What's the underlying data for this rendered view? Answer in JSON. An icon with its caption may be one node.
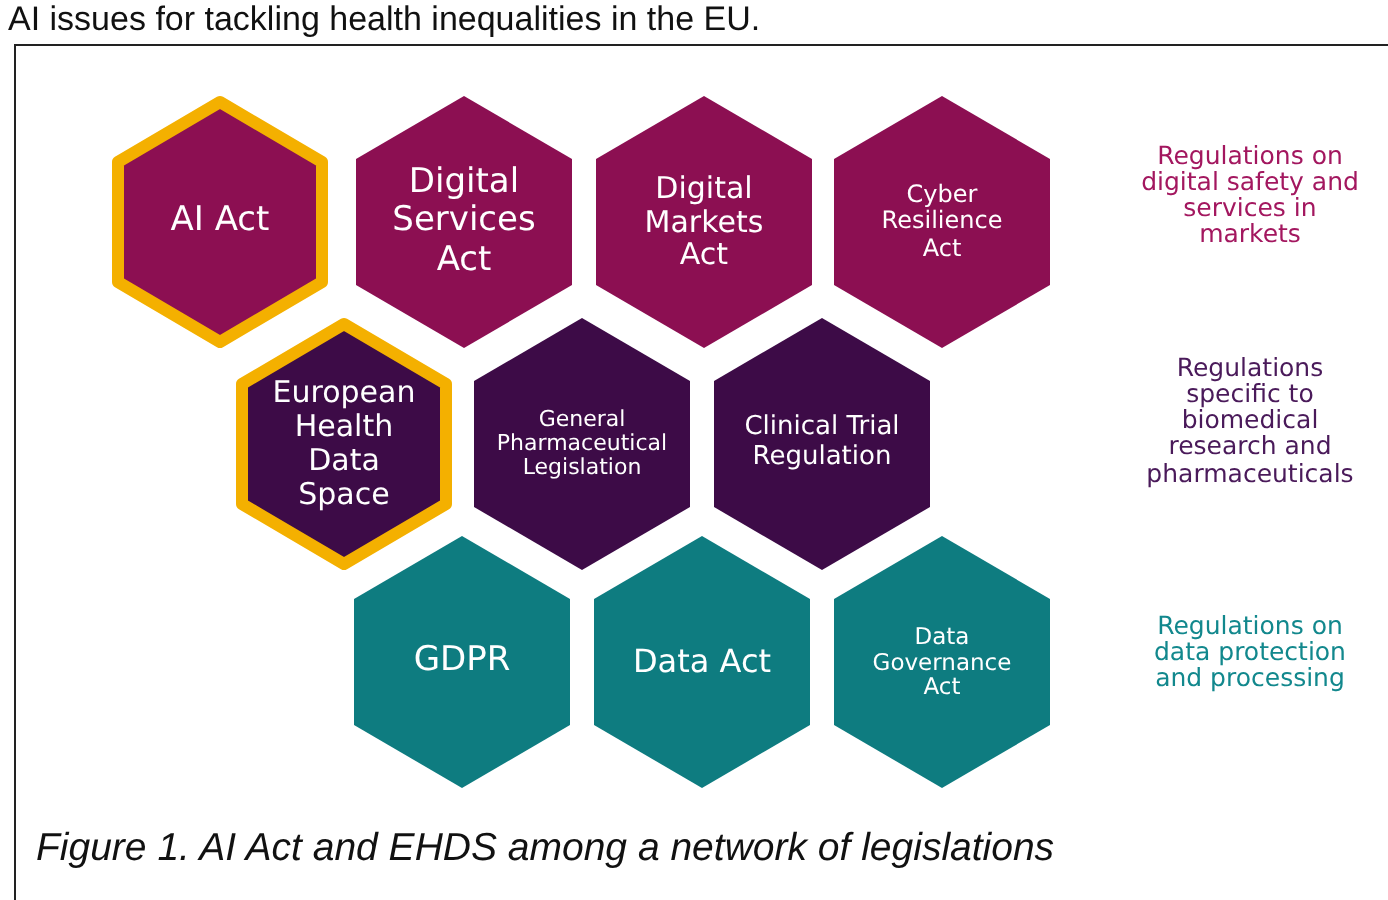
{
  "diagram": {
    "caption": "Figure 1. AI Act and EHDS among a network of legislations",
    "nodes": [
      {
        "text": [
          "AI Act"
        ]
      },
      {
        "text": [
          "Digital Services Act"
        ]
      },
      {
        "text": [
          "Digital Markets Act"
        ]
      },
      {
        "text": [
          "Cyber Resilience Act"
        ]
      },
      {
        "text": [
          "European Health Data Space"
        ]
      },
      {
        "text": [
          "General Pharmaceutical Legislation"
        ]
      },
      {
        "text": [
          "Clinical Trial Regulation"
        ]
      },
      {
        "text": [
          "GDPR"
        ]
      },
      {
        "text": [
          "Data Act"
        ]
      },
      {
        "text": [
          "Data Governance Act"
        ]
      }
    ],
    "edges": [],
    "labels": [
      "AI issues for tackling health inequalities in the EU.",
      "Regulations on digital safety and services in markets",
      "Regulations specific to biomedical research and pharmaceuticals",
      "Regulations on data protection and processing"
    ]
  }
}
